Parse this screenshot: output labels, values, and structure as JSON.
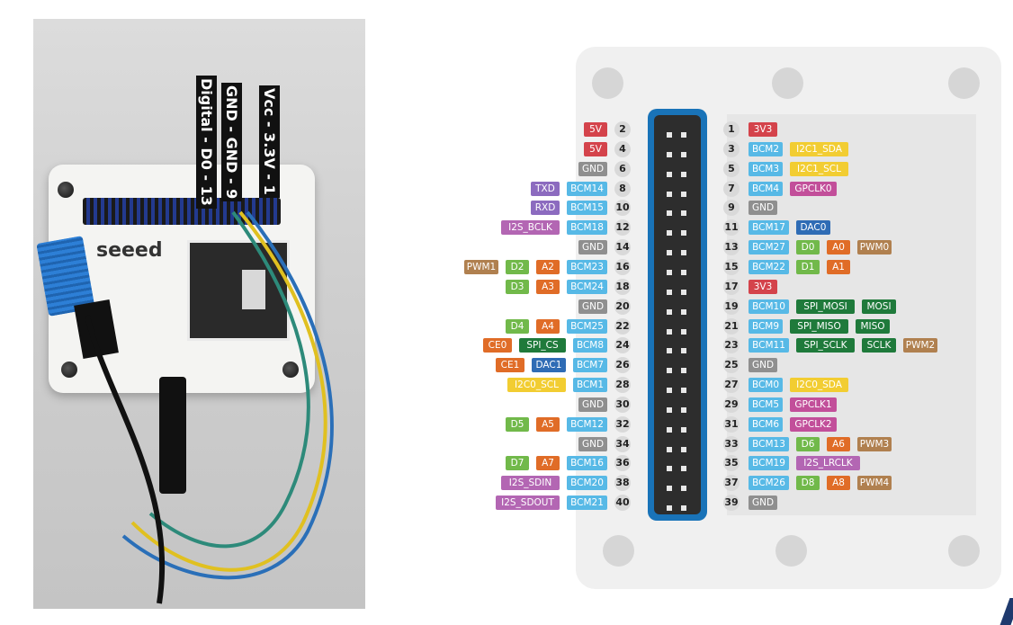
{
  "photo": {
    "labels": [
      "Digital - D0 - 13",
      "GND - GND - 9",
      "Vcc - 3.3V - 1"
    ],
    "logo": "seeed"
  },
  "colors": {
    "power5v": "#d4434b",
    "power3v3": "#d4434b",
    "gnd": "#8f8f8f",
    "bcm": "#57b9e6",
    "uart": "#8c6bbf",
    "i2s": "#b366b3",
    "i2c": "#f2cd32",
    "gpclk": "#c24f9a",
    "spi": "#1f7a3b",
    "dac": "#2f6cb5",
    "digital": "#71b94a",
    "analog": "#e06c27",
    "pwm": "#b0804f"
  },
  "pinout": {
    "left": [
      {
        "num": "2",
        "labels": [
          {
            "t": "5V",
            "c": "power5v"
          }
        ]
      },
      {
        "num": "4",
        "labels": [
          {
            "t": "5V",
            "c": "power5v"
          }
        ]
      },
      {
        "num": "6",
        "labels": [
          {
            "t": "GND",
            "c": "gnd"
          }
        ]
      },
      {
        "num": "8",
        "labels": [
          {
            "t": "BCM14",
            "c": "bcm"
          },
          {
            "t": "TXD",
            "c": "uart"
          }
        ]
      },
      {
        "num": "10",
        "labels": [
          {
            "t": "BCM15",
            "c": "bcm"
          },
          {
            "t": "RXD",
            "c": "uart"
          }
        ]
      },
      {
        "num": "12",
        "labels": [
          {
            "t": "BCM18",
            "c": "bcm"
          },
          {
            "t": "I2S_BCLK",
            "c": "i2s"
          }
        ]
      },
      {
        "num": "14",
        "labels": [
          {
            "t": "GND",
            "c": "gnd"
          }
        ]
      },
      {
        "num": "16",
        "labels": [
          {
            "t": "BCM23",
            "c": "bcm"
          },
          {
            "t": "A2",
            "c": "analog"
          },
          {
            "t": "D2",
            "c": "digital"
          },
          {
            "t": "PWM1",
            "c": "pwm"
          }
        ]
      },
      {
        "num": "18",
        "labels": [
          {
            "t": "BCM24",
            "c": "bcm"
          },
          {
            "t": "A3",
            "c": "analog"
          },
          {
            "t": "D3",
            "c": "digital"
          }
        ]
      },
      {
        "num": "20",
        "labels": [
          {
            "t": "GND",
            "c": "gnd"
          }
        ]
      },
      {
        "num": "22",
        "labels": [
          {
            "t": "BCM25",
            "c": "bcm"
          },
          {
            "t": "A4",
            "c": "analog"
          },
          {
            "t": "D4",
            "c": "digital"
          }
        ]
      },
      {
        "num": "24",
        "labels": [
          {
            "t": "BCM8",
            "c": "bcm"
          },
          {
            "t": "SPI_CS",
            "c": "spi"
          },
          {
            "t": "CE0",
            "c": "analog"
          }
        ]
      },
      {
        "num": "26",
        "labels": [
          {
            "t": "BCM7",
            "c": "bcm"
          },
          {
            "t": "DAC1",
            "c": "dac"
          },
          {
            "t": "CE1",
            "c": "analog"
          }
        ]
      },
      {
        "num": "28",
        "labels": [
          {
            "t": "BCM1",
            "c": "bcm"
          },
          {
            "t": "I2C0_SCL",
            "c": "i2c"
          }
        ]
      },
      {
        "num": "30",
        "labels": [
          {
            "t": "GND",
            "c": "gnd"
          }
        ]
      },
      {
        "num": "32",
        "labels": [
          {
            "t": "BCM12",
            "c": "bcm"
          },
          {
            "t": "A5",
            "c": "analog"
          },
          {
            "t": "D5",
            "c": "digital"
          }
        ]
      },
      {
        "num": "34",
        "labels": [
          {
            "t": "GND",
            "c": "gnd"
          }
        ]
      },
      {
        "num": "36",
        "labels": [
          {
            "t": "BCM16",
            "c": "bcm"
          },
          {
            "t": "A7",
            "c": "analog"
          },
          {
            "t": "D7",
            "c": "digital"
          }
        ]
      },
      {
        "num": "38",
        "labels": [
          {
            "t": "BCM20",
            "c": "bcm"
          },
          {
            "t": "I2S_SDIN",
            "c": "i2s"
          }
        ]
      },
      {
        "num": "40",
        "labels": [
          {
            "t": "BCM21",
            "c": "bcm"
          },
          {
            "t": "I2S_SDOUT",
            "c": "i2s"
          }
        ]
      }
    ],
    "right": [
      {
        "num": "1",
        "labels": [
          {
            "t": "3V3",
            "c": "power3v3"
          }
        ]
      },
      {
        "num": "3",
        "labels": [
          {
            "t": "BCM2",
            "c": "bcm"
          },
          {
            "t": "I2C1_SDA",
            "c": "i2c"
          }
        ]
      },
      {
        "num": "5",
        "labels": [
          {
            "t": "BCM3",
            "c": "bcm"
          },
          {
            "t": "I2C1_SCL",
            "c": "i2c"
          }
        ]
      },
      {
        "num": "7",
        "labels": [
          {
            "t": "BCM4",
            "c": "bcm"
          },
          {
            "t": "GPCLK0",
            "c": "gpclk"
          }
        ]
      },
      {
        "num": "9",
        "labels": [
          {
            "t": "GND",
            "c": "gnd"
          }
        ]
      },
      {
        "num": "11",
        "labels": [
          {
            "t": "BCM17",
            "c": "bcm"
          },
          {
            "t": "DAC0",
            "c": "dac"
          }
        ]
      },
      {
        "num": "13",
        "labels": [
          {
            "t": "BCM27",
            "c": "bcm"
          },
          {
            "t": "D0",
            "c": "digital"
          },
          {
            "t": "A0",
            "c": "analog"
          },
          {
            "t": "PWM0",
            "c": "pwm"
          }
        ]
      },
      {
        "num": "15",
        "labels": [
          {
            "t": "BCM22",
            "c": "bcm"
          },
          {
            "t": "D1",
            "c": "digital"
          },
          {
            "t": "A1",
            "c": "analog"
          }
        ]
      },
      {
        "num": "17",
        "labels": [
          {
            "t": "3V3",
            "c": "power3v3"
          }
        ]
      },
      {
        "num": "19",
        "labels": [
          {
            "t": "BCM10",
            "c": "bcm"
          },
          {
            "t": "SPI_MOSI",
            "c": "spi"
          },
          {
            "t": "MOSI",
            "c": "spi"
          }
        ]
      },
      {
        "num": "21",
        "labels": [
          {
            "t": "BCM9",
            "c": "bcm"
          },
          {
            "t": "SPI_MISO",
            "c": "spi"
          },
          {
            "t": "MISO",
            "c": "spi"
          }
        ]
      },
      {
        "num": "23",
        "labels": [
          {
            "t": "BCM11",
            "c": "bcm"
          },
          {
            "t": "SPI_SCLK",
            "c": "spi"
          },
          {
            "t": "SCLK",
            "c": "spi"
          },
          {
            "t": "PWM2",
            "c": "pwm"
          }
        ]
      },
      {
        "num": "25",
        "labels": [
          {
            "t": "GND",
            "c": "gnd"
          }
        ]
      },
      {
        "num": "27",
        "labels": [
          {
            "t": "BCM0",
            "c": "bcm"
          },
          {
            "t": "I2C0_SDA",
            "c": "i2c"
          }
        ]
      },
      {
        "num": "29",
        "labels": [
          {
            "t": "BCM5",
            "c": "bcm"
          },
          {
            "t": "GPCLK1",
            "c": "gpclk"
          }
        ]
      },
      {
        "num": "31",
        "labels": [
          {
            "t": "BCM6",
            "c": "bcm"
          },
          {
            "t": "GPCLK2",
            "c": "gpclk"
          }
        ]
      },
      {
        "num": "33",
        "labels": [
          {
            "t": "BCM13",
            "c": "bcm"
          },
          {
            "t": "D6",
            "c": "digital"
          },
          {
            "t": "A6",
            "c": "analog"
          },
          {
            "t": "PWM3",
            "c": "pwm"
          }
        ]
      },
      {
        "num": "35",
        "labels": [
          {
            "t": "BCM19",
            "c": "bcm"
          },
          {
            "t": "I2S_LRCLK",
            "c": "i2s"
          }
        ]
      },
      {
        "num": "37",
        "labels": [
          {
            "t": "BCM26",
            "c": "bcm"
          },
          {
            "t": "D8",
            "c": "digital"
          },
          {
            "t": "A8",
            "c": "analog"
          },
          {
            "t": "PWM4",
            "c": "pwm"
          }
        ]
      },
      {
        "num": "39",
        "labels": [
          {
            "t": "GND",
            "c": "gnd"
          }
        ]
      }
    ]
  }
}
